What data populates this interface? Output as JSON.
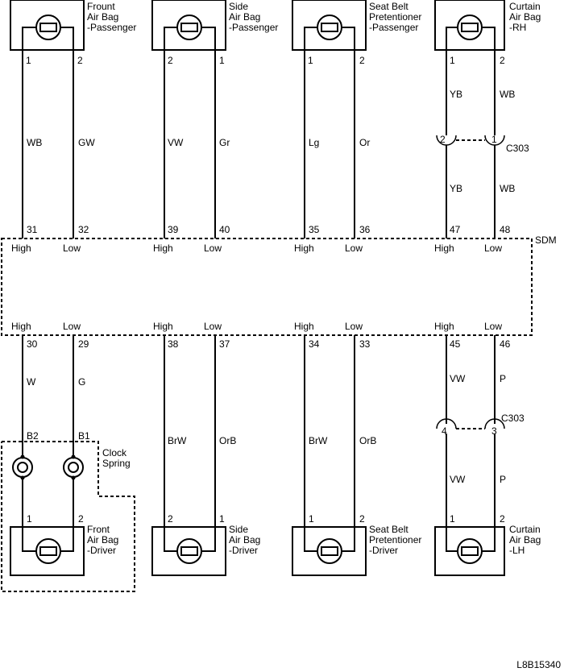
{
  "sdm_label": "SDM",
  "figure_id": "L8B15340",
  "modules": {
    "front_passenger": [
      "Frount",
      "Air Bag",
      "-Passenger"
    ],
    "side_passenger": [
      "Side",
      "Air Bag",
      "-Passenger"
    ],
    "seatbelt_passenger": [
      "Seat Belt",
      "Pretentioner",
      "-Passenger"
    ],
    "curtain_rh": [
      "Curtain",
      "Air Bag",
      "-RH"
    ],
    "front_driver": [
      "Front",
      "Air Bag",
      "-Driver"
    ],
    "side_driver": [
      "Side",
      "Air Bag",
      "-Driver"
    ],
    "seatbelt_driver": [
      "Seat Belt",
      "Pretentioner",
      "-Driver"
    ],
    "curtain_lh": [
      "Curtain",
      "Air Bag",
      "-LH"
    ]
  },
  "clock_spring": [
    "Clock",
    "Spring"
  ],
  "connector": "C303",
  "top": {
    "front_passenger": {
      "pin_a": "1",
      "pin_b": "2",
      "wire_a": "WB",
      "wire_b": "GW",
      "sdm_a": "31",
      "sdm_b": "32"
    },
    "side_passenger": {
      "pin_a": "2",
      "pin_b": "1",
      "wire_a": "VW",
      "wire_b": "Gr",
      "sdm_a": "39",
      "sdm_b": "40"
    },
    "seatbelt_passenger": {
      "pin_a": "1",
      "pin_b": "2",
      "wire_a": "Lg",
      "wire_b": "Or",
      "sdm_a": "35",
      "sdm_b": "36"
    },
    "curtain_rh": {
      "pin_a": "1",
      "pin_b": "2",
      "wire_a1": "YB",
      "wire_b1": "WB",
      "c303_a": "2",
      "c303_b": "1",
      "wire_a2": "YB",
      "wire_b2": "WB",
      "sdm_a": "47",
      "sdm_b": "48"
    }
  },
  "bottom": {
    "front_driver": {
      "sdm_a": "30",
      "sdm_b": "29",
      "wire_a": "W",
      "wire_b": "G",
      "cs_a": "B2",
      "cs_b": "B1",
      "pin_a": "1",
      "pin_b": "2"
    },
    "side_driver": {
      "sdm_a": "38",
      "sdm_b": "37",
      "wire_a": "BrW",
      "wire_b": "OrB",
      "pin_a": "2",
      "pin_b": "1"
    },
    "seatbelt_driver": {
      "sdm_a": "34",
      "sdm_b": "33",
      "wire_a": "BrW",
      "wire_b": "OrB",
      "pin_a": "1",
      "pin_b": "2"
    },
    "curtain_lh": {
      "sdm_a": "45",
      "sdm_b": "46",
      "wire_a1": "VW",
      "wire_b1": "P",
      "c303_a": "4",
      "c303_b": "3",
      "wire_a2": "VW",
      "wire_b2": "P",
      "pin_a": "1",
      "pin_b": "2"
    }
  },
  "high": "High",
  "low": "Low"
}
